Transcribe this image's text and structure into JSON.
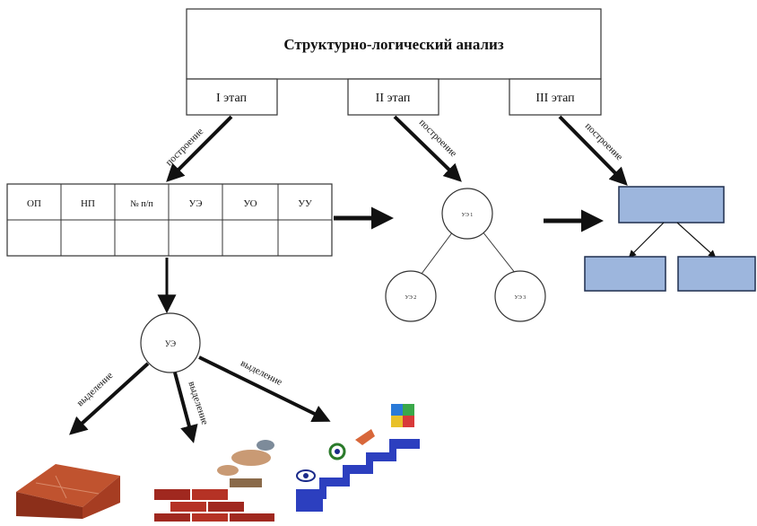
{
  "title": "Структурно-логический анализ",
  "stages": [
    "I этап",
    "II этап",
    "III этап"
  ],
  "arrow_labels": {
    "build": "построение",
    "extract": "выделение"
  },
  "table": {
    "headers": [
      "ОП",
      "НП",
      "№ п/п",
      "УЭ",
      "УО",
      "УУ"
    ]
  },
  "graph_nodes": {
    "root": "УЭ 1",
    "left": "УЭ 2",
    "right": "УЭ 3"
  },
  "center_node": "УЭ",
  "icons": [
    "brick-icon",
    "brick-wall-icon",
    "staircase-icon"
  ],
  "colors": {
    "blue_box": "#9db6dd",
    "blue_border": "#1f2f4f"
  }
}
